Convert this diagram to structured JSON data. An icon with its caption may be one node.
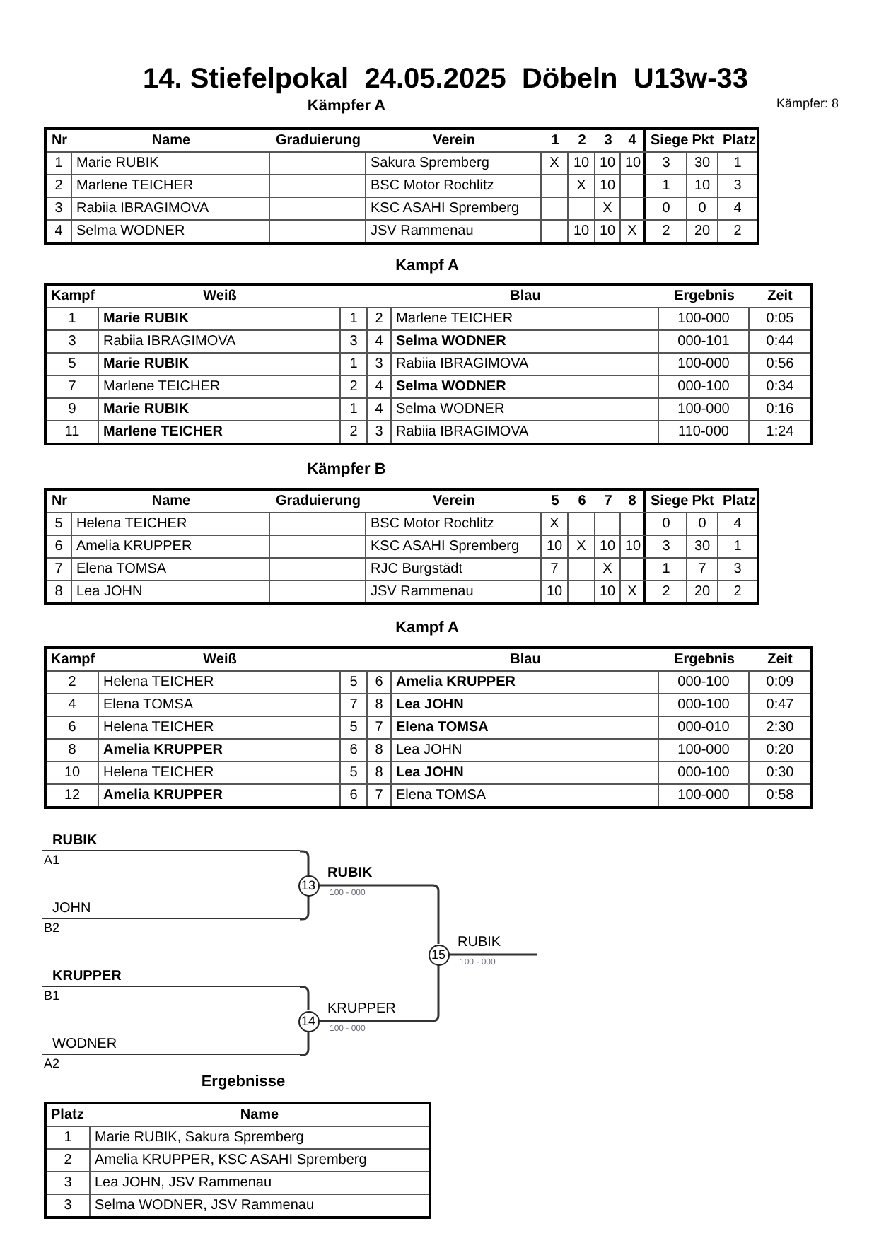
{
  "diagram": {
    "title": "14. Stiefelpokal  24.05.2025  Döbeln  U13w-33",
    "nodes": [
      {
        "text": [
          "RUBIK"
        ],
        "beside": [
          "A1"
        ]
      },
      {
        "text": [
          "JOHN"
        ],
        "beside": [
          "B2"
        ]
      },
      {
        "text": [
          "13"
        ]
      },
      {
        "text": [
          "KRUPPER"
        ],
        "beside": [
          "B1"
        ]
      },
      {
        "text": [
          "WODNER"
        ],
        "beside": [
          "A2"
        ]
      },
      {
        "text": [
          "14"
        ]
      },
      {
        "text": [
          "15"
        ]
      }
    ],
    "edges": [
      {
        "from": 0,
        "to": 2,
        "arrow": "none"
      },
      {
        "from": 1,
        "to": 2,
        "arrow": "none"
      },
      {
        "from": 3,
        "to": 5,
        "arrow": "none"
      },
      {
        "from": 4,
        "to": 5,
        "arrow": "none"
      },
      {
        "from": 2,
        "to": 6,
        "arrow": "none",
        "label": "RUBIK"
      },
      {
        "from": 5,
        "to": 6,
        "arrow": "none",
        "label": "KRUPPER"
      },
      {
        "from": 6,
        "to": null,
        "arrow": "none",
        "label": "RUBIK"
      }
    ],
    "labels": [
      "Kämpfer A",
      "Kämpfer: 8",
      "Nr",
      "Name",
      "Graduierung",
      "Verein",
      "1",
      "2",
      "3",
      "4",
      "Siege",
      "Pkt",
      "Platz",
      "1",
      "Marie RUBIK",
      "Sakura Spremberg",
      "X",
      "10",
      "10",
      "10",
      "3",
      "30",
      "1",
      "2",
      "Marlene TEICHER",
      "BSC Motor Rochlitz",
      "X",
      "10",
      "1",
      "10",
      "3",
      "3",
      "Rabiia IBRAGIMOVA",
      "KSC ASAHI Spremberg",
      "X",
      "0",
      "0",
      "4",
      "4",
      "Selma WODNER",
      "JSV Rammenau",
      "10",
      "10",
      "X",
      "2",
      "20",
      "2",
      "Kampf A",
      "Kampf",
      "Weiß",
      "Blau",
      "Ergebnis",
      "Zeit",
      "1",
      "Marie RUBIK",
      "1",
      "2",
      "Marlene TEICHER",
      "100-000",
      "0:05",
      "3",
      "Rabiia IBRAGIMOVA",
      "3",
      "4",
      "Selma WODNER",
      "000-101",
      "0:44",
      "5",
      "Marie RUBIK",
      "1",
      "3",
      "Rabiia IBRAGIMOVA",
      "100-000",
      "0:56",
      "7",
      "Marlene TEICHER",
      "2",
      "4",
      "Selma WODNER",
      "000-100",
      "0:34",
      "9",
      "Marie RUBIK",
      "1",
      "4",
      "Selma WODNER",
      "100-000",
      "0:16",
      "11",
      "Marlene TEICHER",
      "2",
      "3",
      "Rabiia IBRAGIMOVA",
      "110-000",
      "1:24",
      "Kämpfer B",
      "Nr",
      "Name",
      "Graduierung",
      "Verein",
      "5",
      "6",
      "7",
      "8",
      "Siege",
      "Pkt",
      "Platz",
      "5",
      "Helena TEICHER",
      "BSC Motor Rochlitz",
      "X",
      "0",
      "0",
      "4",
      "6",
      "Amelia KRUPPER",
      "KSC ASAHI Spremberg",
      "10",
      "X",
      "10",
      "10",
      "3",
      "30",
      "1",
      "7",
      "Elena TOMSA",
      "RJC Burgstädt",
      "7",
      "X",
      "1",
      "7",
      "3",
      "8",
      "Lea JOHN",
      "JSV Rammenau",
      "10",
      "10",
      "X",
      "2",
      "20",
      "2",
      "Kampf A",
      "Kampf",
      "Weiß",
      "Blau",
      "Ergebnis",
      "Zeit",
      "2",
      "Helena TEICHER",
      "5",
      "6",
      "Amelia KRUPPER",
      "000-100",
      "0:09",
      "4",
      "Elena TOMSA",
      "7",
      "8",
      "Lea JOHN",
      "000-100",
      "0:47",
      "6",
      "Helena TEICHER",
      "5",
      "7",
      "Elena TOMSA",
      "000-010",
      "2:30",
      "8",
      "Amelia KRUPPER",
      "6",
      "8",
      "Lea JOHN",
      "100-000",
      "0:20",
      "10",
      "Helena TEICHER",
      "5",
      "8",
      "Lea JOHN",
      "000-100",
      "0:30",
      "12",
      "Amelia KRUPPER",
      "6",
      "7",
      "Elena TOMSA",
      "100-000",
      "0:58",
      "100 - 000",
      "100 - 000",
      "100 - 000",
      "Ergebnisse",
      "Platz",
      "Name",
      "1",
      "Marie RUBIK, Sakura Spremberg",
      "2",
      "Amelia KRUPPER, KSC ASAHI Spremberg",
      "3",
      "Lea JOHN, JSV Rammenau",
      "3",
      "Selma WODNER, JSV Rammenau"
    ]
  }
}
